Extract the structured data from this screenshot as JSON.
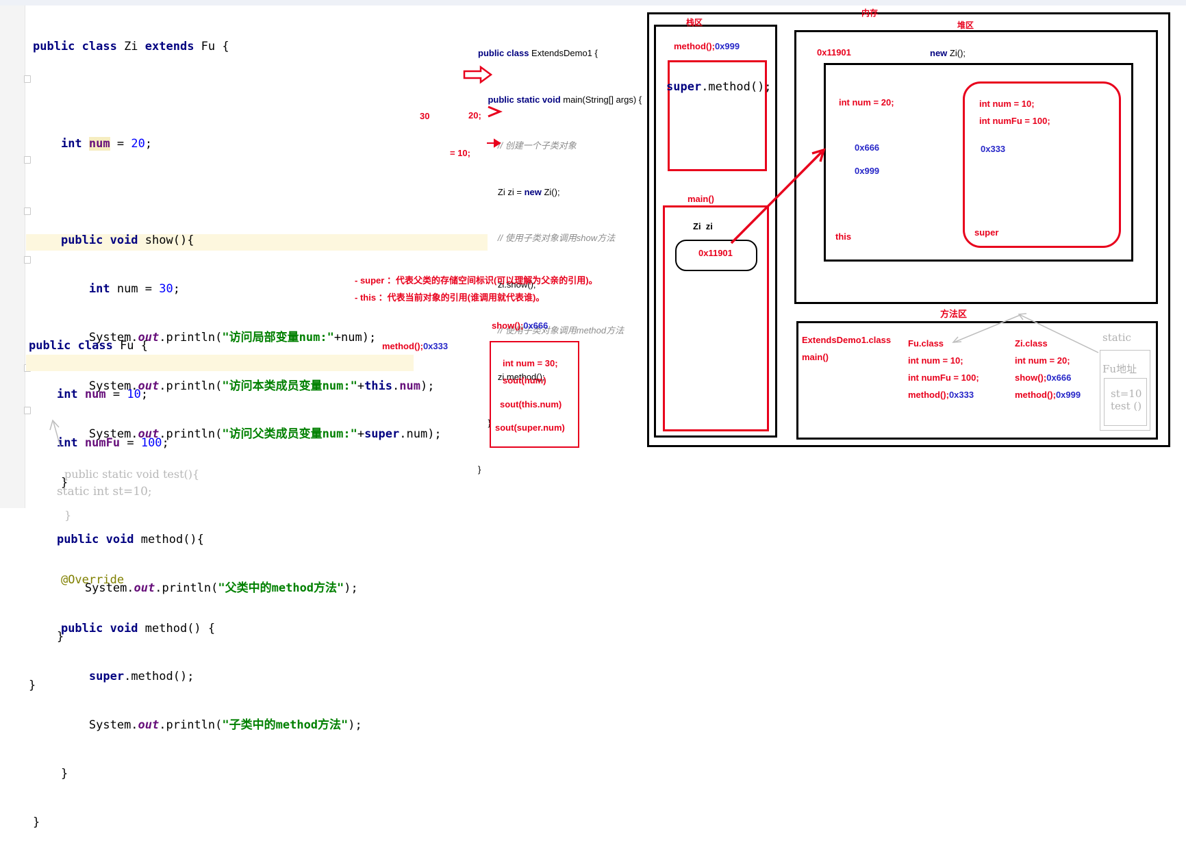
{
  "zi_class": {
    "header": [
      "public class",
      " Zi ",
      "extends",
      " Fu {"
    ],
    "field": [
      "int",
      "num",
      " = ",
      "20",
      ";"
    ],
    "show_sig": [
      "public void",
      " show(){"
    ],
    "local_var": [
      "int",
      " num = ",
      "30",
      ";"
    ],
    "println1": [
      "System.",
      "out",
      ".println(",
      "\"访问局部变量num:\"",
      "+num);"
    ],
    "println2": [
      "System.",
      "out",
      ".println(",
      "\"访问本类成员变量num:\"",
      "+",
      "this",
      ".",
      "num",
      ");"
    ],
    "println3": [
      "System.",
      "out",
      ".println(",
      "\"访问父类成员变量num:\"",
      "+",
      "super",
      ".num);"
    ],
    "close": "}",
    "annotation": "@Override",
    "method_sig": [
      "public void",
      " method() {"
    ],
    "super_call": [
      "super",
      ".method();"
    ],
    "println4": [
      "System.",
      "out",
      ".println(",
      "\"子类中的method方法\"",
      ");"
    ],
    "class_close": "}"
  },
  "fu_class": {
    "header": [
      "public class",
      " Fu {"
    ],
    "field1": [
      "int",
      " ",
      "num",
      " = ",
      "10",
      ";"
    ],
    "field2": [
      "int",
      " ",
      "numFu",
      " = ",
      "100",
      ";"
    ],
    "static_field": "static int st=10;",
    "method_sig": [
      "public void",
      " method(){"
    ],
    "println": [
      "System.",
      "out",
      ".println(",
      "\"父类中的method方法\"",
      ");"
    ],
    "close": "}",
    "class_close": "}",
    "static_method": "public static void test(){",
    "static_close": "}"
  },
  "demo": {
    "line1": [
      "public class",
      " ExtendsDemo1 {"
    ],
    "line2": [
      "public static void",
      " main(String[] args) {"
    ],
    "comment1": "// 创建一个子类对象",
    "line3": [
      "Zi zi = ",
      "new",
      " Zi();"
    ],
    "comment2": "// 使用子类对象调用show方法",
    "line4": "zi.show();",
    "comment3": "// 使用子类对象调用method方法",
    "line5": "zi.method();",
    "close1": "}",
    "close2": "}"
  },
  "notes": {
    "val_30": "30",
    "val_20": "20;",
    "val_10": "= 10;",
    "super_desc": "- super ：代表父类的存储空间标识(可以理解为父亲的引用)。",
    "this_desc": "- this ：代表当前对象的引用(谁调用就代表谁)。",
    "method_333": [
      "method();",
      "0x333"
    ],
    "show_666": [
      "show();",
      "0x666"
    ],
    "frame_int": "int num = 30;",
    "frame_sout1": "sout(num)",
    "frame_sout2": "sout(this.num)",
    "frame_sout3": "sout(super.num)"
  },
  "memory": {
    "title": "内存",
    "stack_title": "栈区",
    "heap_title": "堆区",
    "method_area_title": "方法区",
    "stack_method_label": [
      "method();",
      "0x999"
    ],
    "stack_super_call": [
      "super",
      ".method();"
    ],
    "main_label": "main()",
    "zi_var": "Zi  zi",
    "zi_ref": "0x11901",
    "heap_addr": "0x11901",
    "heap_new": [
      "new",
      " Zi();"
    ],
    "this_field": "int num = 20;",
    "this_m1": "0x666",
    "this_m2": "0x999",
    "this_label": "this",
    "super_f1": "int num = 10;",
    "super_f2": "int numFu = 100;",
    "super_m1": "0x333",
    "super_label": "super",
    "ma_demo": "ExtendsDemo1.class",
    "ma_main": "main()",
    "fu_class": "Fu.class",
    "fu_f1": "int num = 10;",
    "fu_f2": "int numFu = 100;",
    "fu_m": [
      "method();",
      "0x333"
    ],
    "zi_class": "Zi.class",
    "zi_f1": "int num = 20;",
    "zi_m1": [
      "show();",
      "0x666"
    ],
    "zi_m2": [
      "method();",
      "0x999"
    ],
    "static_title": "static",
    "fu_addr": "Fu地址",
    "static_st": "st=10",
    "static_test": "test ()"
  },
  "colors": {
    "keyword": "#000080",
    "field": "#660e7a",
    "string": "#008000",
    "number": "#0000ff",
    "annotation_red": "#e8001c",
    "address_blue": "#2727c8"
  }
}
